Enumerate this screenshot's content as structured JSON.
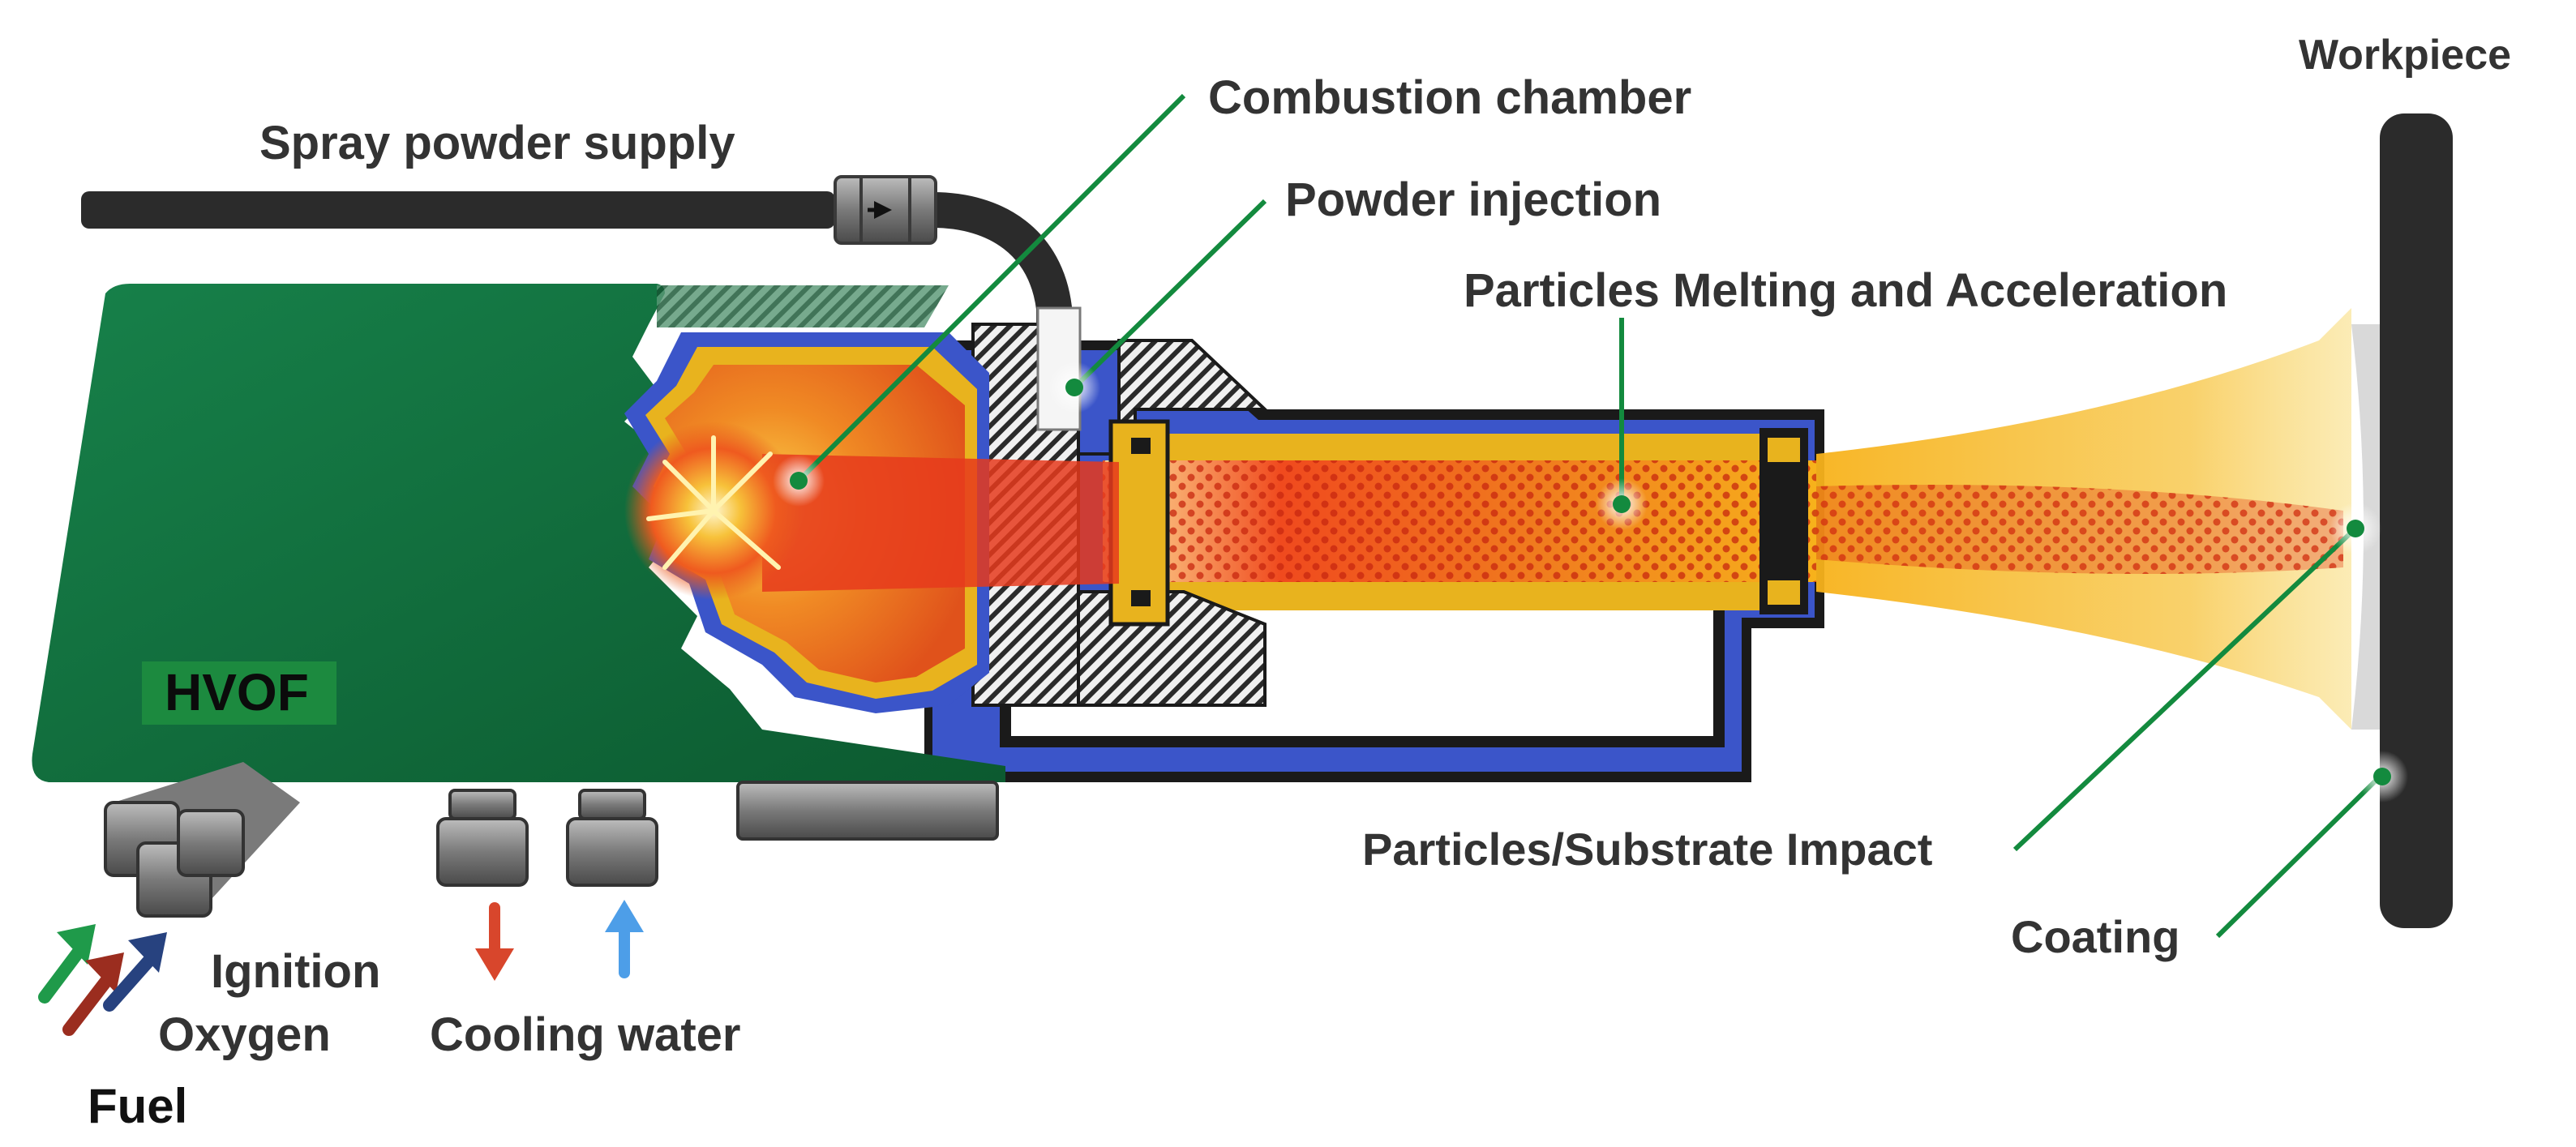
{
  "labels": {
    "spray_powder_supply": "Spray powder supply",
    "combustion_chamber": "Combustion chamber",
    "powder_injection": "Powder injection",
    "particles_melting": "Particles Melting and Acceleration",
    "workpiece": "Workpiece",
    "hvof": "HVOF",
    "impact": "Particles/Substrate Impact",
    "coating": "Coating",
    "ignition": "Ignition",
    "oxygen": "Oxygen",
    "fuel": "Fuel",
    "cooling_water": "Cooling water"
  },
  "icons": {
    "fuel_arrow": "arrow-up-right-icon",
    "oxygen_arrow": "arrow-up-right-icon",
    "ignition_arrow": "arrow-up-right-icon",
    "water_out_arrow": "arrow-down-icon",
    "water_in_arrow": "arrow-up-icon"
  },
  "colors": {
    "gun_body": "#0f6b39",
    "leader_line": "#138a3e",
    "flame_core": "#e63a1c",
    "flame_outer": "#f7b21b",
    "cooling_jacket": "#3b55c9",
    "insulation": "#e8b31e",
    "fuel_arrow": "#1f9a4a",
    "oxygen_arrow": "#9b2d1f",
    "ignition_arrow": "#27427f",
    "water_out": "#d8462c",
    "water_in": "#4d9ee8"
  }
}
